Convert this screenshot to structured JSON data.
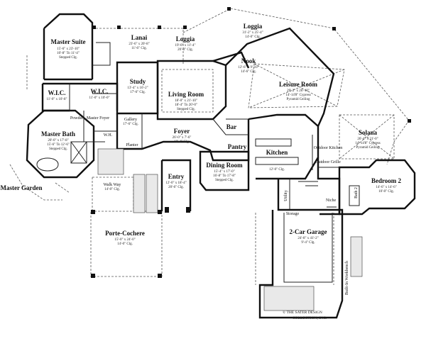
{
  "rooms": {
    "master_suite": {
      "name": "Master Suite",
      "dims": [
        "15'-6\" x 23'-10\"",
        "10'-8\" To 11'-4\"",
        "Stepped Clg."
      ]
    },
    "lanai": {
      "name": "Lanai",
      "dims": [
        "23'-6\" x 20'-8\"",
        "11'-6\" Clg."
      ]
    },
    "loggia_top": {
      "name": "Loggia",
      "dims": [
        "19'-0\" x 11'-4\"",
        "20'-0\" Clg."
      ]
    },
    "loggia_right": {
      "name": "Loggia",
      "dims": [
        "31'-2\" x 25'-4\"",
        "14'-0\" Clg."
      ]
    },
    "study": {
      "name": "Study",
      "dims": [
        "13'-4\" x 16'-2\"",
        "17'-6\" Clg."
      ]
    },
    "living_room": {
      "name": "Living Room",
      "dims": [
        "18'-0\" x 21'-10\"",
        "18'-4\" To 20'-0\"",
        "Stepped Clg."
      ]
    },
    "nook": {
      "name": "Nook",
      "dims": [
        "12'-6\" x 9'-10\"",
        "14'-6\" Clg."
      ]
    },
    "leisure_room": {
      "name": "Leisure Room",
      "dims": [
        "29'-2\" x 26'-10\"",
        "14'-14'8\" Cypress",
        "Pyramid Ceiling"
      ]
    },
    "wic_left": {
      "name": "W.I.C.",
      "dims": [
        "11'-0\" x 10'-8\""
      ]
    },
    "wic_right": {
      "name": "W.I.C.",
      "dims": [
        "11'-0\" x 10'-0\""
      ]
    },
    "powder": {
      "name": "Powder",
      "dims": []
    },
    "master_foyer": {
      "name": "Master Foyer",
      "dims": []
    },
    "gallery": {
      "name": "Gallery",
      "dims": [
        "17'-6\" Clg."
      ]
    },
    "foyer": {
      "name": "Foyer",
      "dims": [
        "26'-0\" x 7'-6\"",
        "18'-4\" Clg."
      ]
    },
    "bar": {
      "name": "Bar",
      "dims": []
    },
    "pantry": {
      "name": "Pantry",
      "dims": []
    },
    "master_bath": {
      "name": "Master Bath",
      "dims": [
        "20'-0\" x 17'-8\"",
        "15'-6\" To 12'-6\"",
        "Stepped Clg."
      ]
    },
    "dining_room": {
      "name": "Dining Room",
      "dims": [
        "15'-4\" x 17'-0\"",
        "16'-8\" To 17'-8\"",
        "Stepped Clg."
      ]
    },
    "kitchen": {
      "name": "Kitchen",
      "dims": [
        "12'-0\" Clg."
      ]
    },
    "solana": {
      "name": "Solana",
      "dims": [
        "26'-4\" x 21'-0\"",
        "14'-14'8\" Cypress",
        "Pyramid Ceiling"
      ]
    },
    "entry": {
      "name": "Entry",
      "dims": [
        "12'-0\" x 18'-4\"",
        "20'-6\" Clg."
      ]
    },
    "bedroom2": {
      "name": "Bedroom 2",
      "dims": [
        "14'-6\" x 14'-6\"",
        "10'-0\" Clg."
      ]
    },
    "bath2": {
      "name": "Bath 2",
      "dims": []
    },
    "utility": {
      "name": "Utility",
      "dims": []
    },
    "master_garden": {
      "name": "Master Garden",
      "dims": []
    },
    "walk_way": {
      "name": "Walk Way",
      "dims": [
        "14'-0\" Clg."
      ]
    },
    "porte_cochere": {
      "name": "Porte-Cochere",
      "dims": [
        "15'-0\" x 24'-0\"",
        "14'-0\" Clg."
      ]
    },
    "garage": {
      "name": "2-Car Garage",
      "dims": [
        "24'-8\" x 41'-2\"",
        "9'-4\" Clg."
      ]
    }
  },
  "small_labels": {
    "planter": "Planter",
    "wh": "W.H.",
    "storage": "Storage",
    "niche": "Niche",
    "outdoor_kitchen": "Outdoor Kitchen",
    "outdoor_grille": "Outdoor Grille",
    "built_in_workbench": "Built-In Workbench"
  },
  "copyright": [
    "© THE SATER DESIGN",
    "COLLECTION, INC."
  ]
}
